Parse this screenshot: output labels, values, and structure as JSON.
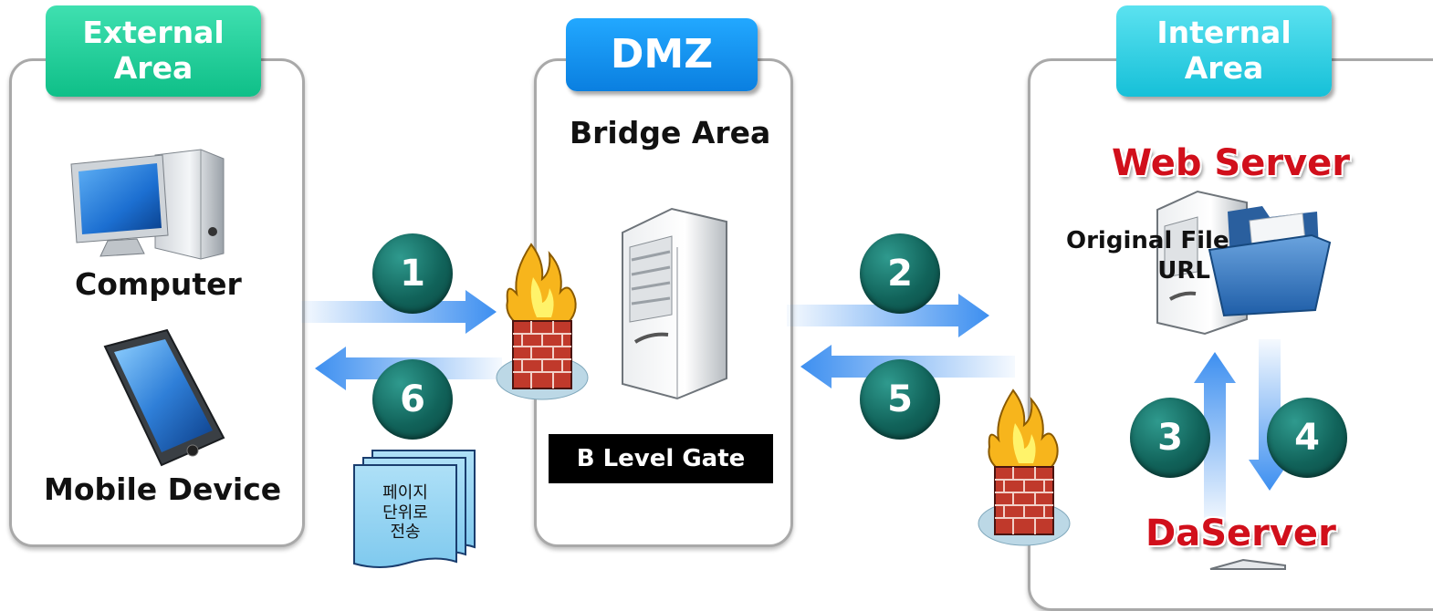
{
  "areas": {
    "external": {
      "tab_line1": "External",
      "tab_line2": "Area",
      "devices": [
        "Computer",
        "Mobile Device"
      ]
    },
    "dmz": {
      "tab": "DMZ",
      "subtitle": "Bridge Area",
      "gate": "B Level Gate"
    },
    "internal": {
      "tab_line1": "Internal",
      "tab_line2": "Area",
      "web_server": "Web Server",
      "file_label_line1": "Original File",
      "file_label_line2": "URL",
      "da_server": "DaServer"
    }
  },
  "steps": [
    "1",
    "2",
    "3",
    "4",
    "5",
    "6"
  ],
  "document_stack": {
    "line1": "페이지",
    "line2": "단위로",
    "line3": "전송"
  },
  "colors": {
    "arrow": "#3d8ff0",
    "step_circle": "#11635a",
    "red_title": "#d10f1b",
    "tab_green": "#14c48f",
    "tab_blue": "#0a8cf0",
    "tab_cyan": "#22c9de"
  },
  "icons": [
    "desktop-computer-icon",
    "smartphone-icon",
    "firewall-icon",
    "server-tower-icon",
    "folder-icon",
    "document-stack-icon"
  ]
}
